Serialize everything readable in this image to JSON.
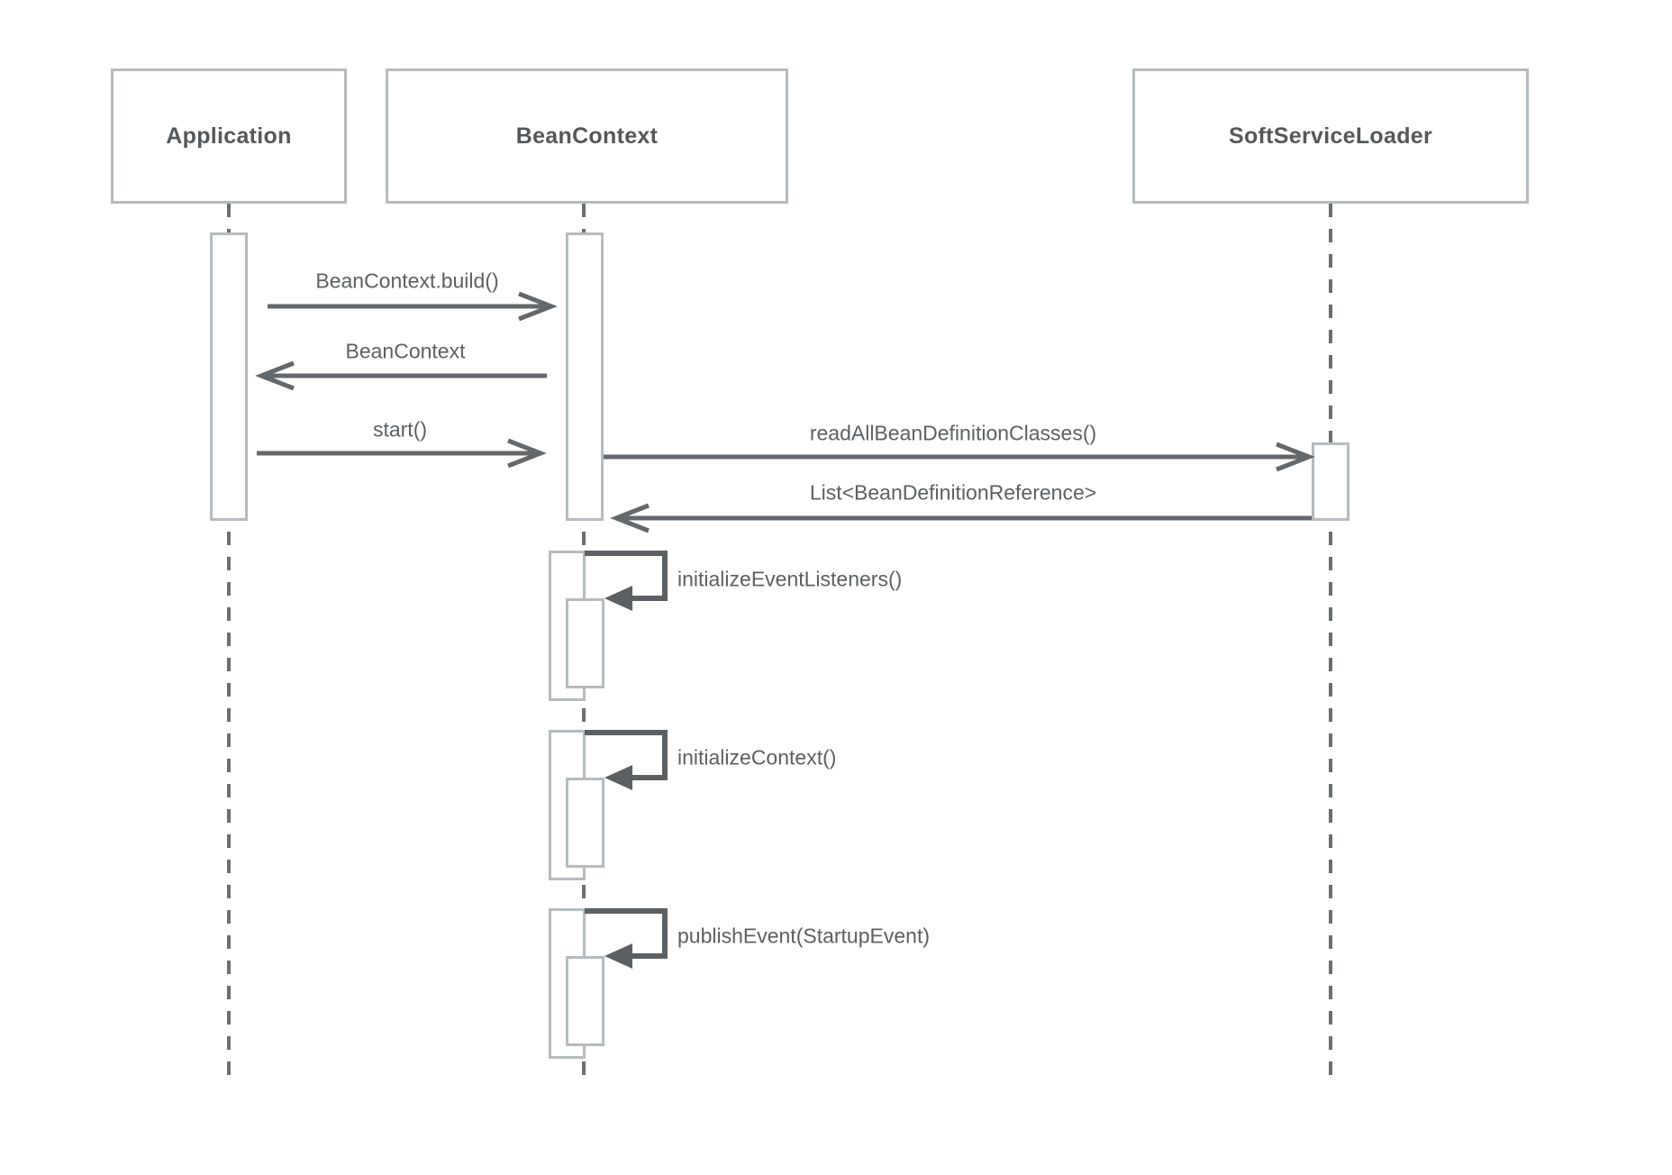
{
  "diagram": {
    "type": "uml-sequence-diagram",
    "actors": [
      {
        "id": "application",
        "label": "Application"
      },
      {
        "id": "beancontext",
        "label": "BeanContext"
      },
      {
        "id": "softserviceloader",
        "label": "SoftServiceLoader"
      }
    ],
    "messages": [
      {
        "label": "BeanContext.build()",
        "from": "Application",
        "to": "BeanContext",
        "kind": "call"
      },
      {
        "label": "BeanContext",
        "from": "BeanContext",
        "to": "Application",
        "kind": "return"
      },
      {
        "label": "start()",
        "from": "Application",
        "to": "BeanContext",
        "kind": "call"
      },
      {
        "label": "readAllBeanDefinitionClasses()",
        "from": "BeanContext",
        "to": "SoftServiceLoader",
        "kind": "call"
      },
      {
        "label": "List<BeanDefinitionReference>",
        "from": "SoftServiceLoader",
        "to": "BeanContext",
        "kind": "return"
      },
      {
        "label": "initializeEventListeners()",
        "from": "BeanContext",
        "to": "BeanContext",
        "kind": "self"
      },
      {
        "label": "initializeContext()",
        "from": "BeanContext",
        "to": "BeanContext",
        "kind": "self"
      },
      {
        "label": "publishEvent(StartupEvent)",
        "from": "BeanContext",
        "to": "BeanContext",
        "kind": "self"
      }
    ],
    "colors": {
      "background": "#ffffff",
      "box_border": "#b6bbbe",
      "title_text": "#54585b",
      "message_text": "#5c6063",
      "arrow_line": "#64686b",
      "lifeline": "#6b6f72",
      "self_loop": "#5c6063"
    }
  }
}
